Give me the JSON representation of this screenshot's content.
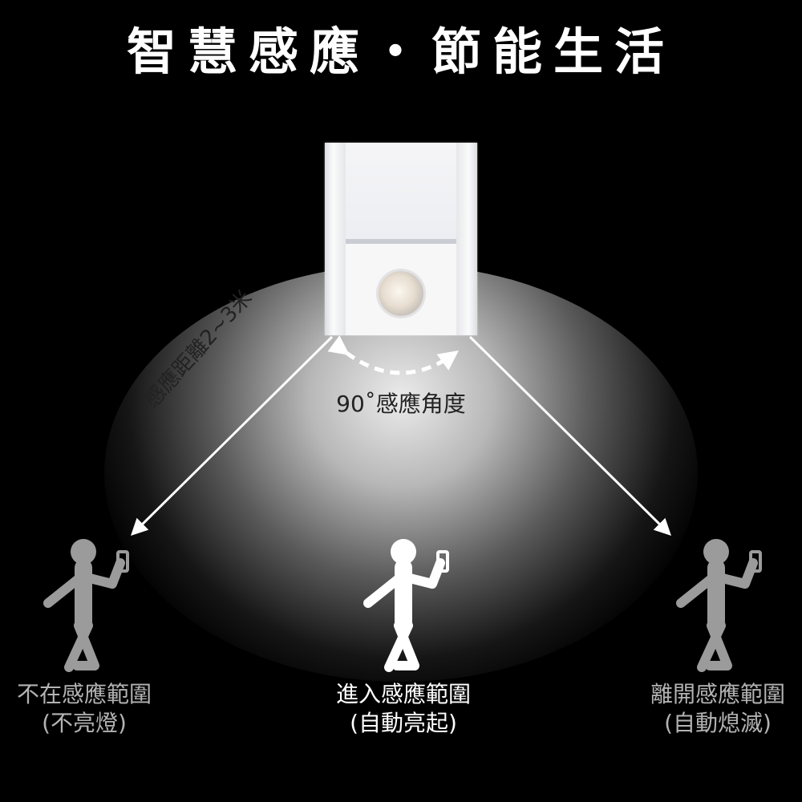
{
  "title": "智慧感應・節能生活",
  "angle_label": "90˚感應角度",
  "distance_label": "感應距離2~3米",
  "people": [
    {
      "line1": "不在感應範圍",
      "line2": "(不亮燈)",
      "color": "#9b9b9b"
    },
    {
      "line1": "進入感應範圍",
      "line2": "(自動亮起)",
      "color": "#ffffff"
    },
    {
      "line1": "離開感應範圍",
      "line2": "(自動熄滅)",
      "color": "#9b9b9b"
    }
  ],
  "colors": {
    "background": "#000000",
    "light_cone": "#f0f0f0",
    "arrow": "#ffffff",
    "label_dark": "#222222"
  },
  "icons": [
    "motion-sensor-lamp",
    "person-with-phone-icon",
    "arrow-icon"
  ]
}
